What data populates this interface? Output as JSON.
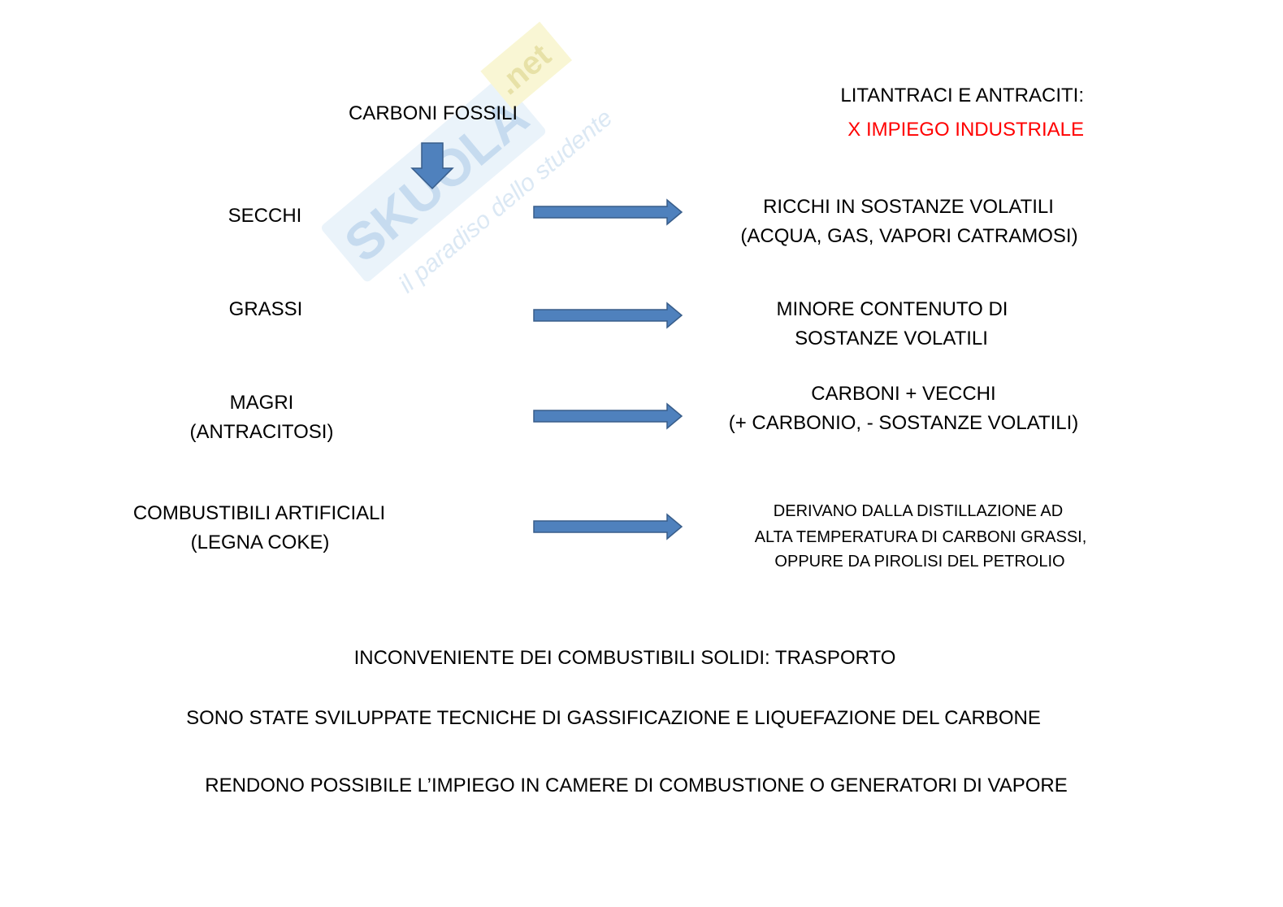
{
  "watermark": {
    "logo_text": "SKUOLA",
    "logo_suffix": ".net",
    "tagline": "il paradiso dello studente"
  },
  "diagram": {
    "title": "CARBONI FOSSILI"
  },
  "note": {
    "line1": "LITANTRACI E ANTRACITI:",
    "line2": "X IMPIEGO INDUSTRIALE"
  },
  "rows": [
    {
      "label": [
        "SECCHI"
      ],
      "description": [
        "RICCHI IN SOSTANZE VOLATILI",
        "(ACQUA, GAS, VAPORI CATRAMOSI)"
      ]
    },
    {
      "label": [
        "GRASSI"
      ],
      "description": [
        "MINORE CONTENUTO DI",
        "SOSTANZE VOLATILI"
      ]
    },
    {
      "label": [
        "MAGRI",
        "(ANTRACITOSI)"
      ],
      "description": [
        "CARBONI + VECCHI",
        "(+ CARBONIO, - SOSTANZE VOLATILI)"
      ]
    },
    {
      "label": [
        "COMBUSTIBILI ARTIFICIALI",
        "(LEGNA COKE)"
      ],
      "description": [
        "DERIVANO DALLA DISTILLAZIONE AD",
        "ALTA TEMPERATURA DI CARBONI GRASSI,",
        "OPPURE DA PIROLISI DEL PETROLIO"
      ]
    }
  ],
  "footer": {
    "lines": [
      "INCONVENIENTE DEI COMBUSTIBILI SOLIDI: TRASPORTO",
      "SONO STATE SVILUPPATE TECNICHE DI GASSIFICAZIONE E LIQUEFAZIONE DEL CARBONE",
      "RENDONO POSSIBILE L’IMPIEGO IN CAMERE DI COMBUSTIONE O GENERATORI DI VAPORE"
    ]
  },
  "icons": {
    "title_arrow": "arrow-down-icon",
    "row_arrow": "arrow-right-icon"
  },
  "colors": {
    "text": "#000000",
    "highlight": "#ff0000",
    "arrow_fill": "#4f81bd",
    "arrow_stroke": "#385d8a",
    "watermark_blue": "#b3d0ea",
    "watermark_yellow": "#f7f4c6"
  }
}
